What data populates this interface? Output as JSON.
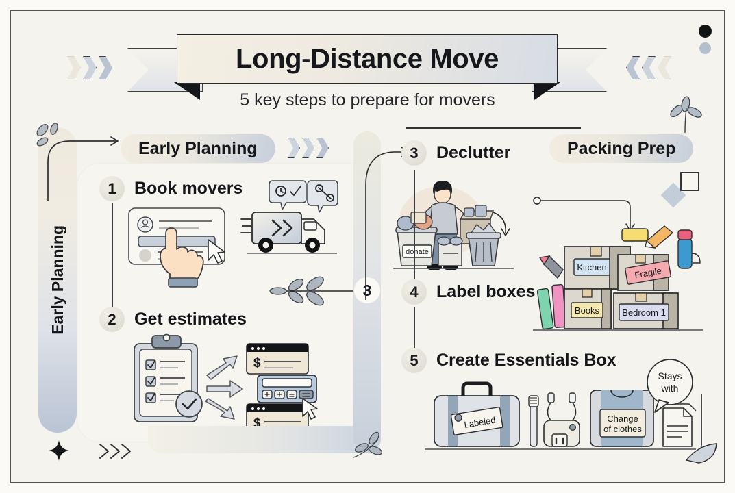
{
  "header": {
    "title": "Long-Distance Move",
    "subtitle": "5 key steps to prepare for movers"
  },
  "rail": {
    "label": "Early Planning"
  },
  "sections": [
    {
      "id": "early-planning",
      "label": "Early Planning"
    },
    {
      "id": "packing-prep",
      "label": "Packing Prep"
    }
  ],
  "center_badge": {
    "number": "3"
  },
  "steps": [
    {
      "number": "1",
      "title": "Book movers"
    },
    {
      "number": "2",
      "title": "Get estimates"
    },
    {
      "number": "3",
      "title": "Declutter"
    },
    {
      "number": "4",
      "title": "Label boxes"
    },
    {
      "number": "5",
      "title": "Create Essentials Box"
    }
  ],
  "illustrations": {
    "declutter": {
      "bin_label": "donate"
    },
    "label_boxes": {
      "box_labels": [
        "Kitchen",
        "Fragile",
        "Books",
        "Bedroom 1"
      ]
    },
    "essentials": {
      "suitcase_tag": "Labeled",
      "clothes_label": "Change of clothes",
      "callout_line1": "Stays",
      "callout_line2": "with"
    }
  },
  "colors": {
    "page_bg": "#fbfaf6",
    "panel_bg": "#f4f3ed",
    "ink": "#15161a",
    "accent_blue": "#b9c4d4",
    "accent_cream": "#efe9dd",
    "fragile_red": "#f2a3a8",
    "books_yellow": "#f5e6a8",
    "kitchen_blue": "#cfe0ef",
    "bedroom_lavender": "#d8daee"
  }
}
